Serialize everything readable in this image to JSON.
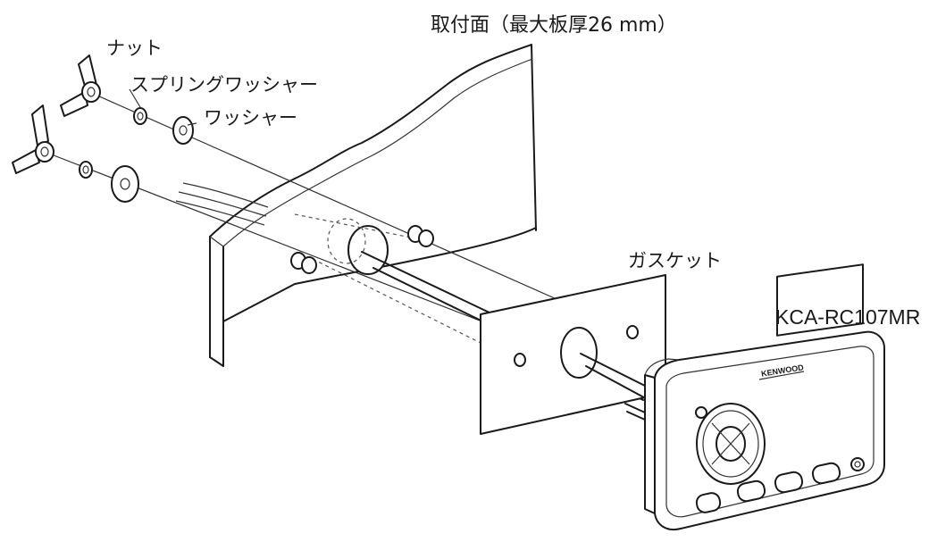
{
  "labels": {
    "panel": "取付面（最大板厚26 mm）",
    "nut": "ナット",
    "spring_washer": "スプリングワッシャー",
    "washer": "ワッシャー",
    "gasket": "ガスケット",
    "model": "KCA-RC107MR",
    "brand": "KENWOOD"
  }
}
